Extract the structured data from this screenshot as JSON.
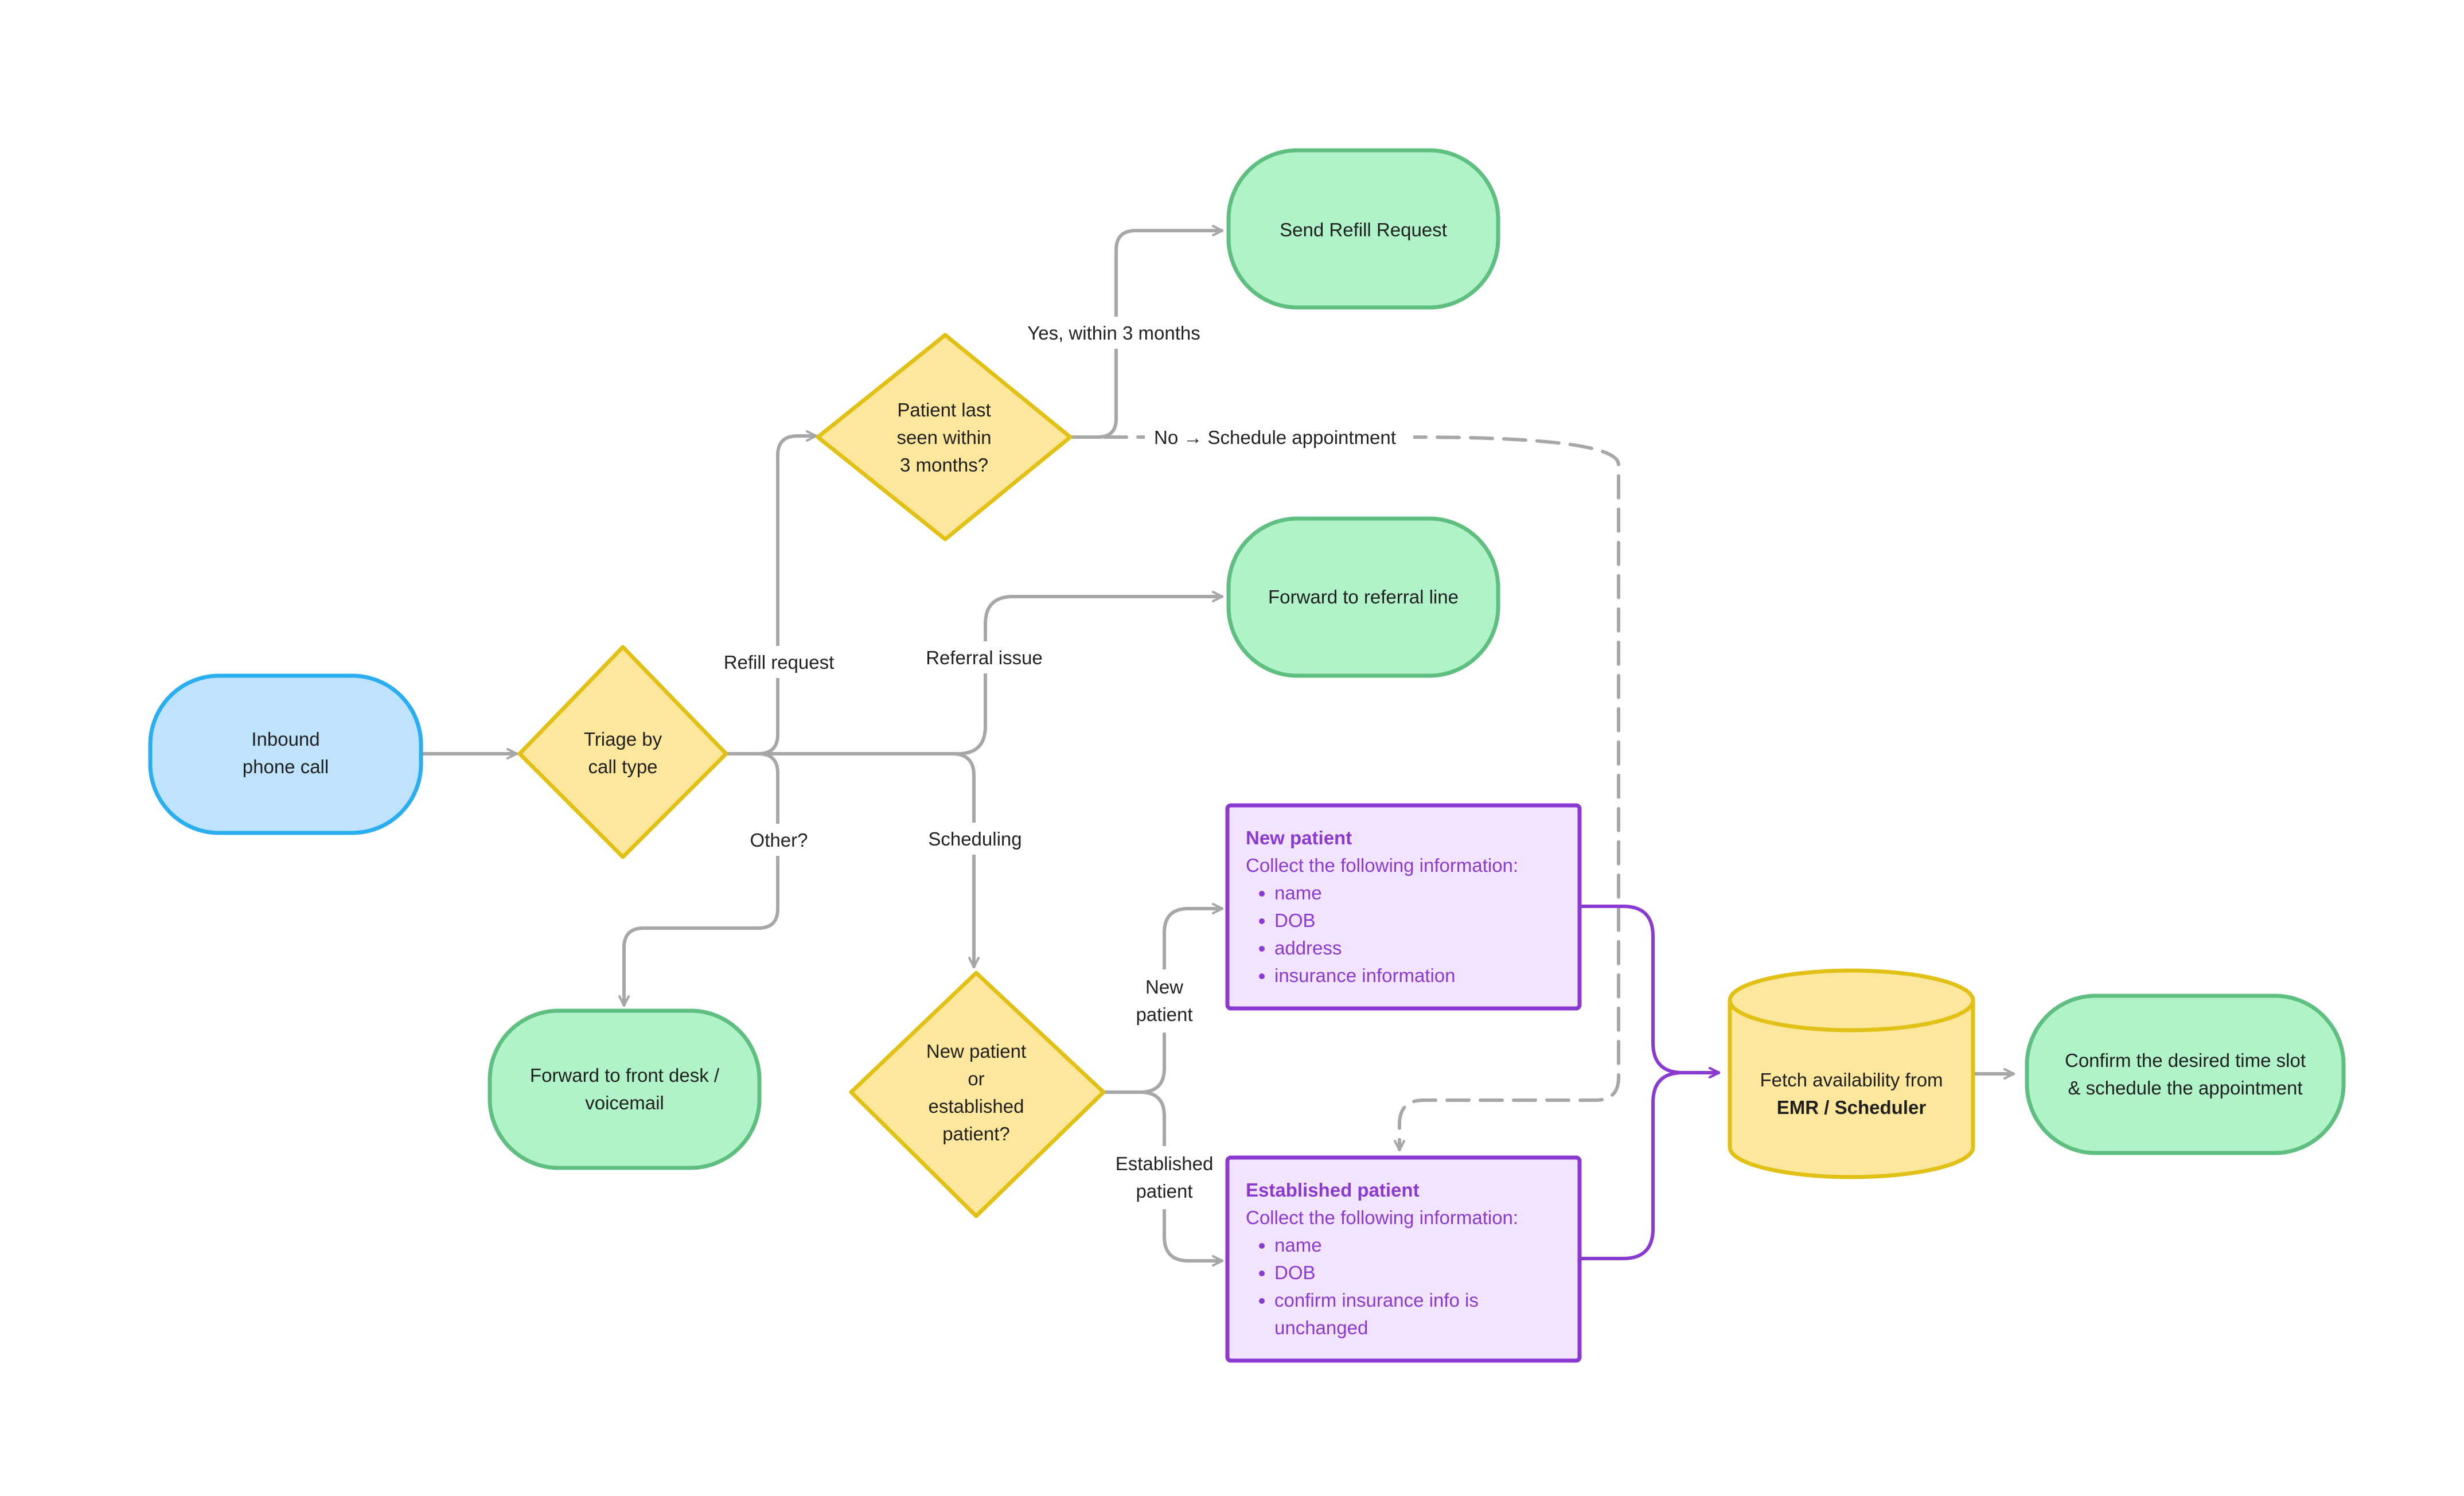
{
  "colors": {
    "blue_fill": "#c0e3fd",
    "blue_stroke": "#2aaeef",
    "yellow_fill": "#fde79c",
    "yellow_stroke": "#e2c117",
    "green_fill": "#b0f3c8",
    "green_stroke": "#5fbf80",
    "purple_fill": "#f2e4fd",
    "purple_stroke": "#8a3ad1",
    "gray_edge": "#a7a7a7"
  },
  "nodes": {
    "inbound": {
      "line1": "Inbound",
      "line2": "phone call"
    },
    "triage": {
      "line1": "Triage by",
      "line2": "call type"
    },
    "last_seen": {
      "line1": "Patient last",
      "line2": "seen within",
      "line3": "3 months?"
    },
    "send_refill": {
      "label": "Send Refill Request"
    },
    "referral_line": {
      "label": "Forward to referral line"
    },
    "front_desk": {
      "line1": "Forward to front desk /",
      "line2": "voicemail"
    },
    "new_or_established": {
      "line1": "New patient",
      "line2": "or",
      "line3": "established",
      "line4": "patient?"
    },
    "new_patient": {
      "title": "New patient",
      "subtitle": "Collect the following information:",
      "items": [
        "name",
        "DOB",
        "address",
        "insurance information"
      ]
    },
    "established_patient": {
      "title": "Established patient",
      "subtitle": "Collect the following information:",
      "items": [
        "name",
        "DOB",
        "confirm insurance info is",
        "unchanged"
      ]
    },
    "fetch": {
      "line1": "Fetch availability from",
      "line2": "EMR / Scheduler"
    },
    "confirm": {
      "line1": "Confirm the desired time slot",
      "line2": "& schedule the appointment"
    }
  },
  "edges": {
    "yes_within": "Yes, within 3 months",
    "no_schedule": "No → Schedule appointment",
    "refill_request": "Refill request",
    "referral_issue": "Referral issue",
    "other": "Other?",
    "scheduling": "Scheduling",
    "new_patient_1": "New",
    "new_patient_2": "patient",
    "established_1": "Established",
    "established_2": "patient"
  }
}
